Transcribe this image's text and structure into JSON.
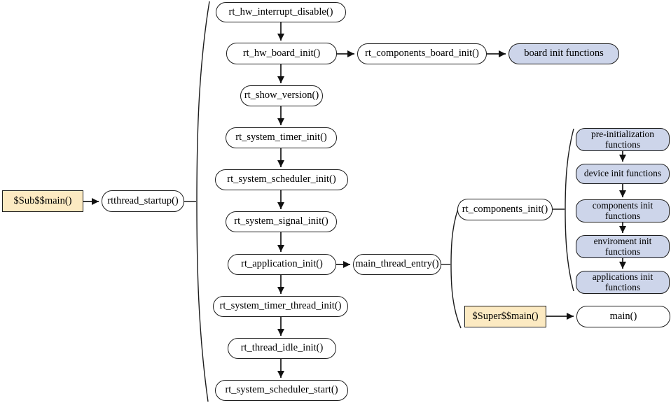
{
  "diagram": {
    "colors": {
      "plain_node_fill": "#ffffff",
      "grouped_functions_fill": "#cdd5ea",
      "entry_point_fill": "#fceac2",
      "border": "#1c1c1c",
      "arrow": "#3a3a3a"
    },
    "nodes": {
      "sub_main": {
        "label": "$Sub$$main()"
      },
      "rtthread_startup": {
        "label": "rtthread_startup()"
      },
      "rt_hw_interrupt_disable": {
        "label": "rt_hw_interrupt_disable()"
      },
      "rt_hw_board_init": {
        "label": "rt_hw_board_init()"
      },
      "rt_components_board_init": {
        "label": "rt_components_board_init()"
      },
      "board_init_functions": {
        "label": "board init functions"
      },
      "rt_show_version": {
        "label": "rt_show_version()"
      },
      "rt_system_timer_init": {
        "label": "rt_system_timer_init()"
      },
      "rt_system_scheduler_init": {
        "label": "rt_system_scheduler_init()"
      },
      "rt_system_signal_init": {
        "label": "rt_system_signal_init()"
      },
      "rt_application_init": {
        "label": "rt_application_init()"
      },
      "main_thread_entry": {
        "label": "main_thread_entry()"
      },
      "rt_system_timer_thread_init": {
        "label": "rt_system_timer_thread_init()"
      },
      "rt_thread_idle_init": {
        "label": "rt_thread_idle_init()"
      },
      "rt_system_scheduler_start": {
        "label": "rt_system_scheduler_start()"
      },
      "rt_components_init": {
        "label": "rt_components_init()"
      },
      "pre_initialization_functions": {
        "label": "pre-initialization functions"
      },
      "device_init_functions": {
        "label": "device init functions"
      },
      "components_init_functions": {
        "label": "components init functions"
      },
      "enviroment_init_functions": {
        "label": "enviroment init functions"
      },
      "applications_init_functions": {
        "label": "applications init functions"
      },
      "super_main": {
        "label": "$Super$$main()"
      },
      "main": {
        "label": "main()"
      }
    },
    "edges": [
      {
        "from": "sub_main",
        "to": "rtthread_startup"
      },
      {
        "from": "rt_hw_interrupt_disable",
        "to": "rt_hw_board_init"
      },
      {
        "from": "rt_hw_board_init",
        "to": "rt_components_board_init"
      },
      {
        "from": "rt_components_board_init",
        "to": "board_init_functions"
      },
      {
        "from": "rt_hw_board_init",
        "to": "rt_show_version"
      },
      {
        "from": "rt_show_version",
        "to": "rt_system_timer_init"
      },
      {
        "from": "rt_system_timer_init",
        "to": "rt_system_scheduler_init"
      },
      {
        "from": "rt_system_scheduler_init",
        "to": "rt_system_signal_init"
      },
      {
        "from": "rt_system_signal_init",
        "to": "rt_application_init"
      },
      {
        "from": "rt_application_init",
        "to": "main_thread_entry"
      },
      {
        "from": "rt_application_init",
        "to": "rt_system_timer_thread_init"
      },
      {
        "from": "rt_system_timer_thread_init",
        "to": "rt_thread_idle_init"
      },
      {
        "from": "rt_thread_idle_init",
        "to": "rt_system_scheduler_start"
      },
      {
        "from": "pre_initialization_functions",
        "to": "device_init_functions"
      },
      {
        "from": "device_init_functions",
        "to": "components_init_functions"
      },
      {
        "from": "components_init_functions",
        "to": "enviroment_init_functions"
      },
      {
        "from": "enviroment_init_functions",
        "to": "applications_init_functions"
      },
      {
        "from": "super_main",
        "to": "main"
      }
    ],
    "braces": [
      {
        "attached_to": "rtthread_startup",
        "contains": [
          "rt_hw_interrupt_disable",
          "rt_hw_board_init",
          "rt_show_version",
          "rt_system_timer_init",
          "rt_system_scheduler_init",
          "rt_system_signal_init",
          "rt_application_init",
          "rt_system_timer_thread_init",
          "rt_thread_idle_init",
          "rt_system_scheduler_start"
        ]
      },
      {
        "attached_to": "main_thread_entry",
        "contains": [
          "rt_components_init",
          "super_main"
        ]
      },
      {
        "attached_to": "rt_components_init",
        "contains": [
          "pre_initialization_functions",
          "device_init_functions",
          "components_init_functions",
          "enviroment_init_functions",
          "applications_init_functions"
        ]
      }
    ]
  }
}
